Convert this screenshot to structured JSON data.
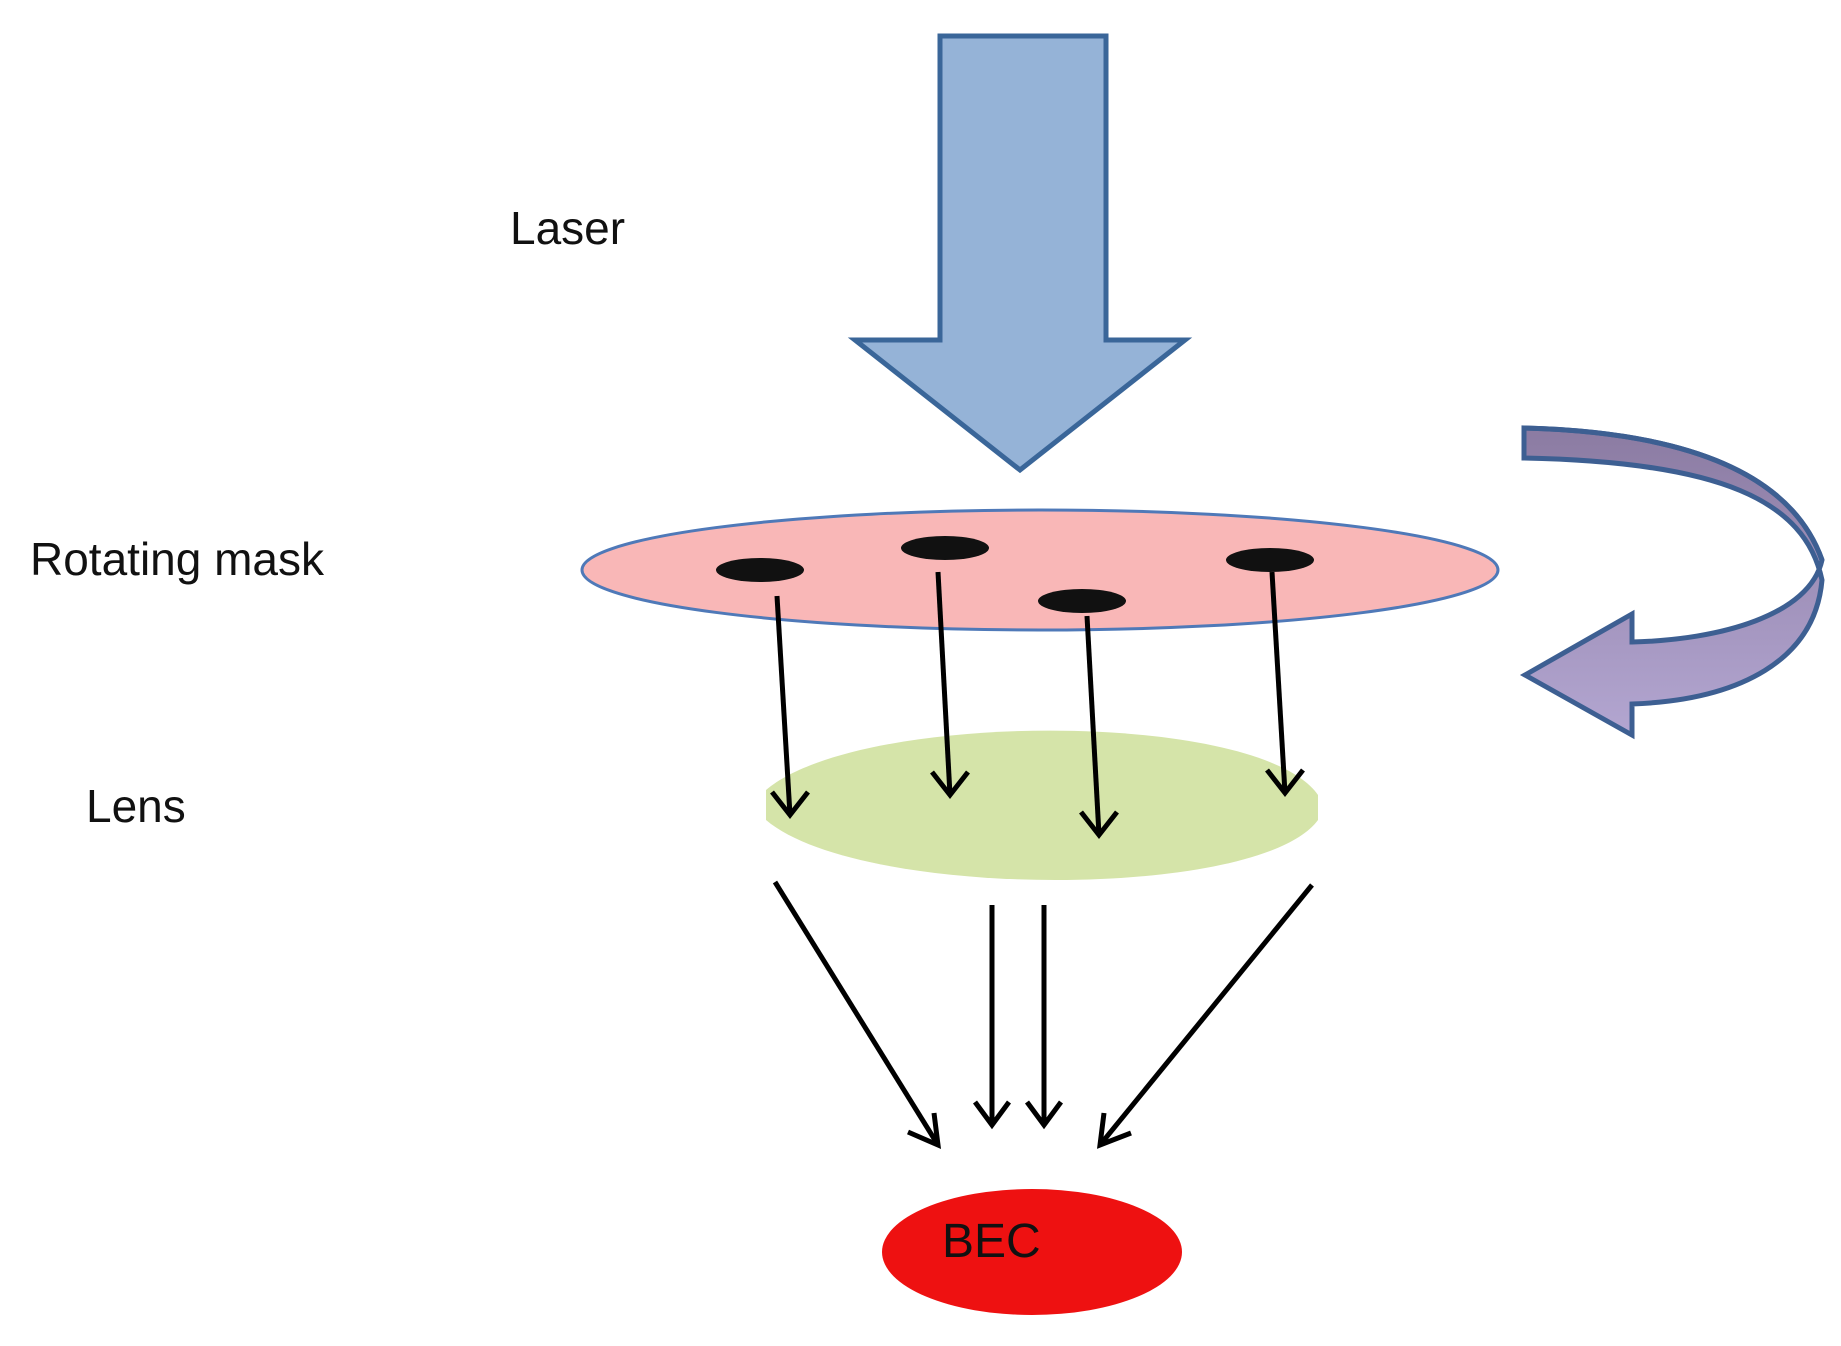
{
  "labels": {
    "laser": "Laser",
    "rotating_mask": "Rotating mask",
    "lens": "Lens",
    "bec": "BEC"
  },
  "colors": {
    "laser_arrow_fill": "#95b3d7",
    "laser_arrow_stroke": "#3a6699",
    "mask_fill": "#f9b7b7",
    "mask_stroke": "#4f79b8",
    "hole_fill": "#111111",
    "lens_fill": "#d5e4a9",
    "bec_fill": "#ee1111",
    "rotation_arrow_top": "#8b7ba2",
    "rotation_arrow_bottom": "#b3a6d1",
    "rotation_arrow_stroke": "#3d5f92",
    "beam_arrow": "#000000"
  },
  "icons": {
    "laser": "down-arrow-icon",
    "rotation": "curved-rotation-arrow-icon"
  }
}
